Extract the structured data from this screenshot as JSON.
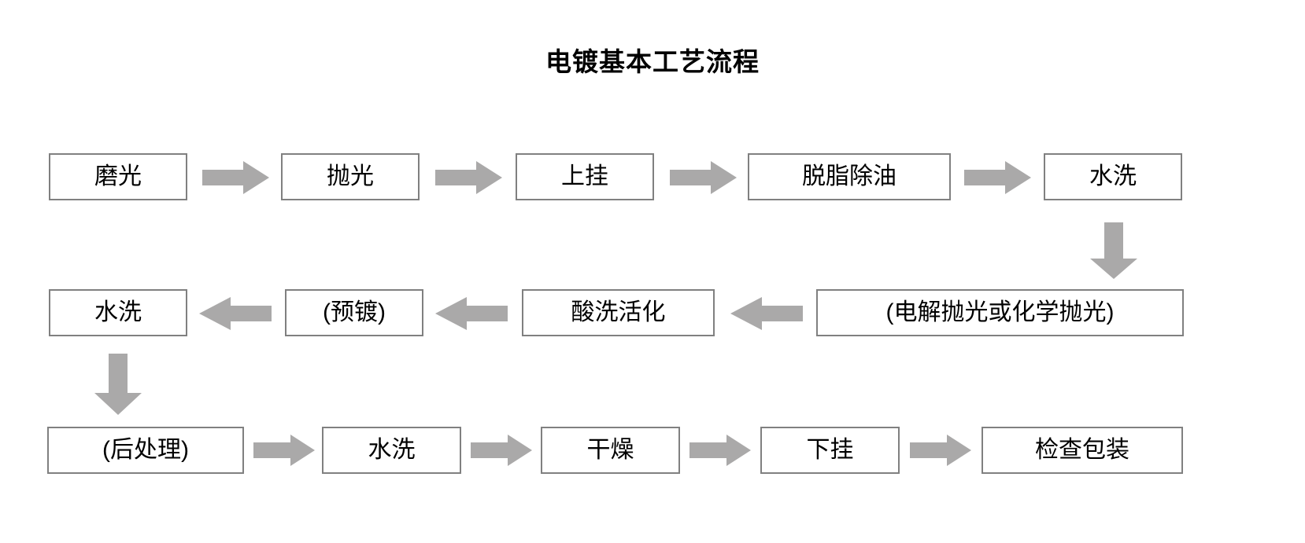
{
  "diagram": {
    "title": "电镀基本工艺流程",
    "type": "flowchart",
    "arrow_color": "#aaa9a9",
    "box_border_color": "#808080",
    "box_fill_color": "#ffffff",
    "text_color": "#000000",
    "rows": [
      {
        "direction": "left-to-right",
        "nodes": [
          {
            "label": "磨光"
          },
          {
            "label": "抛光"
          },
          {
            "label": "上挂"
          },
          {
            "label": "脱脂除油"
          },
          {
            "label": "水洗"
          }
        ]
      },
      {
        "direction": "right-to-left",
        "nodes": [
          {
            "label": "水洗"
          },
          {
            "label": "(预镀)"
          },
          {
            "label": "酸洗活化"
          },
          {
            "label": "(电解抛光或化学抛光)"
          }
        ]
      },
      {
        "direction": "left-to-right",
        "nodes": [
          {
            "label": "(后处理)"
          },
          {
            "label": "水洗"
          },
          {
            "label": "干燥"
          },
          {
            "label": "下挂"
          },
          {
            "label": "检查包装"
          }
        ]
      }
    ],
    "connectors": [
      {
        "name": "row1-step1-arrow",
        "orientation": "right"
      },
      {
        "name": "row1-step2-arrow",
        "orientation": "right"
      },
      {
        "name": "row1-step3-arrow",
        "orientation": "right"
      },
      {
        "name": "row1-step4-arrow",
        "orientation": "right"
      },
      {
        "name": "row1-to-row2-arrow",
        "orientation": "down"
      },
      {
        "name": "row2-step1-arrow",
        "orientation": "left"
      },
      {
        "name": "row2-step2-arrow",
        "orientation": "left"
      },
      {
        "name": "row2-step3-arrow",
        "orientation": "left"
      },
      {
        "name": "row2-to-row3-arrow",
        "orientation": "down"
      },
      {
        "name": "row3-step1-arrow",
        "orientation": "right"
      },
      {
        "name": "row3-step2-arrow",
        "orientation": "right"
      },
      {
        "name": "row3-step3-arrow",
        "orientation": "right"
      },
      {
        "name": "row3-step4-arrow",
        "orientation": "right"
      }
    ]
  }
}
